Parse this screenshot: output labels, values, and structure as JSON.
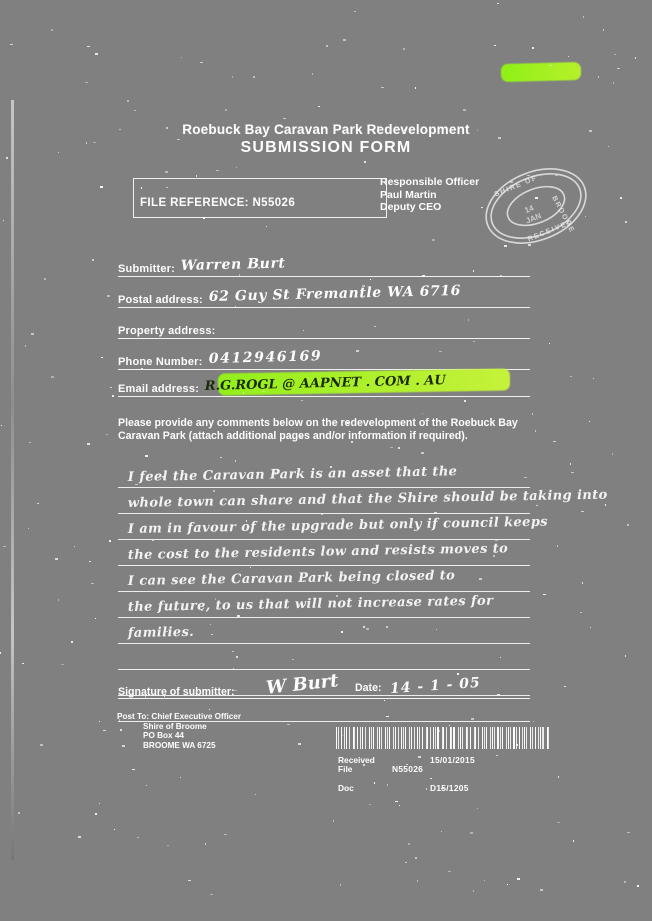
{
  "document": {
    "title_line1": "Roebuck Bay Caravan Park Redevelopment",
    "title_line2": "SUBMISSION FORM",
    "file_reference": "FILE REFERENCE: N55026",
    "responsible_officer_label": "Responsible Officer",
    "responsible_officer_name": "Paul Martin",
    "responsible_officer_title": "Deputy CEO"
  },
  "stamp": {
    "ring_text_top": "SHIRE OF BROOME",
    "ring_text_bottom": "RECEIVED",
    "center_text": "14 JAN"
  },
  "fields": [
    {
      "label": "Submitter:",
      "value": "Warren Burt"
    },
    {
      "label": "Postal address:",
      "value": "62 Guy St  Fremantle WA  6716"
    },
    {
      "label": "Property address:",
      "value": ""
    },
    {
      "label": "Phone Number:",
      "value": "0412946169"
    },
    {
      "label": "Email address:",
      "value": "R.G.ROGL @ AAPNET . COM . AU",
      "highlighted": true
    }
  ],
  "instruction": "Please provide any comments below on the redevelopment of the Roebuck Bay Caravan Park (attach additional pages and/or information if required).",
  "comments": [
    "I feel the Caravan Park is an asset that the",
    "whole town can share and that the Shire should be taking into",
    "I am in favour of the upgrade but only if council keeps",
    "the cost to the residents low and resists moves to",
    "I can see the Caravan Park being closed to",
    "the future, to us that will not increase rates for",
    "families.",
    "",
    "",
    ""
  ],
  "signature": {
    "label": "Signature of submitter:",
    "mark": "W Burt",
    "date_label": "Date:",
    "date_value": "14 - 1 - 05"
  },
  "post_to": {
    "line1": "Post To: Chief Executive Officer",
    "line2": "Shire of Broome",
    "line3": "PO Box 44",
    "line4": "BROOME WA  6725"
  },
  "received_stamp": {
    "rows": [
      {
        "label": "Received",
        "value": "15/01/2015"
      },
      {
        "label": "File",
        "value": "N55026"
      },
      {
        "label": "Doc",
        "value": "D15/1205"
      }
    ],
    "barcode_widths": [
      3,
      1,
      1,
      2,
      1,
      3,
      1,
      1,
      1,
      2,
      3,
      1,
      2,
      1,
      1,
      3,
      1,
      1,
      2,
      1,
      1,
      3,
      2,
      1,
      1,
      1,
      3,
      1,
      2,
      1,
      1,
      2,
      3,
      1,
      1,
      1,
      2,
      1,
      3,
      1,
      1,
      2,
      1,
      1,
      3,
      2,
      1,
      1,
      1,
      3,
      1,
      1,
      2,
      1,
      3,
      1,
      1,
      2,
      1,
      1,
      3,
      1,
      2,
      1,
      1,
      1,
      3,
      2,
      1,
      1,
      2,
      1,
      3,
      1,
      1,
      1,
      2,
      3,
      1,
      1
    ]
  },
  "annotations": {
    "highlighter_color": "#8ee81a",
    "ink_color": "#fdfdfd",
    "page_background": "#808080"
  }
}
